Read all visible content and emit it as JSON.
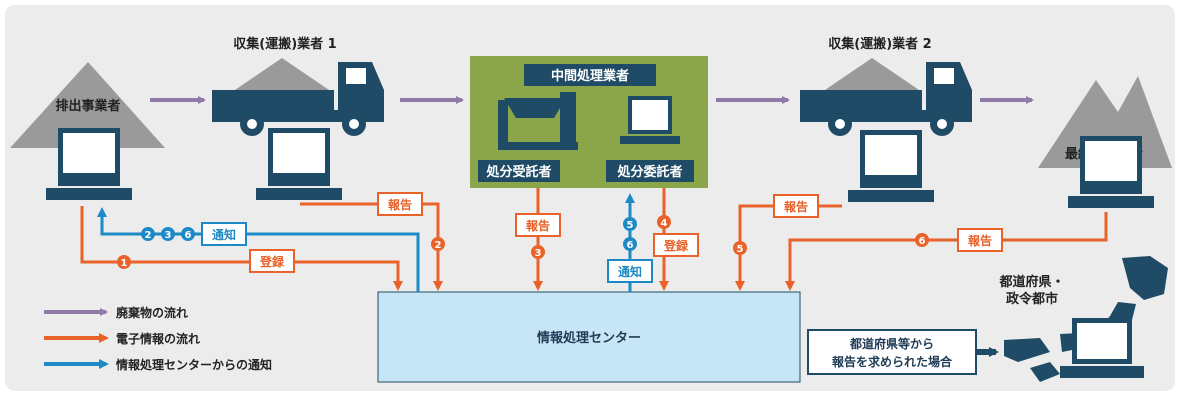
{
  "actors": {
    "discharger": "排出事業者",
    "collector1": "収集(運搬)業者 1",
    "intermediate": "中間処理業者",
    "disposal_receiver": "処分受託者",
    "disposal_consigner": "処分委託者",
    "collector2": "収集(運搬)業者 2",
    "final_disposal": "最終処分業者",
    "center": "情報処理センター",
    "prefecture_line1": "都道府県・",
    "prefecture_line2": "政令都市"
  },
  "labels": {
    "report": "報告",
    "register": "登録",
    "notify": "通知",
    "prefecture_request_line1": "都道府県等から",
    "prefecture_request_line2": "報告を求められた場合"
  },
  "step_numbers": {
    "one": "1",
    "two": "2",
    "three": "3",
    "four": "4",
    "five": "5",
    "six": "6"
  },
  "legend": [
    {
      "label": "廃棄物の流れ",
      "color": "#8f7aa8"
    },
    {
      "label": "電子情報の流れ",
      "color": "#e8622a"
    },
    {
      "label": "情報処理センターからの通知",
      "color": "#1d8ac6"
    }
  ],
  "colors": {
    "waste_flow": "#8f7aa8",
    "electronic_flow": "#e8622a",
    "notification": "#1d8ac6",
    "truck": "#1f4b66",
    "intermediate_bg": "#8ba64a",
    "center_bg": "#c6e6f7"
  }
}
